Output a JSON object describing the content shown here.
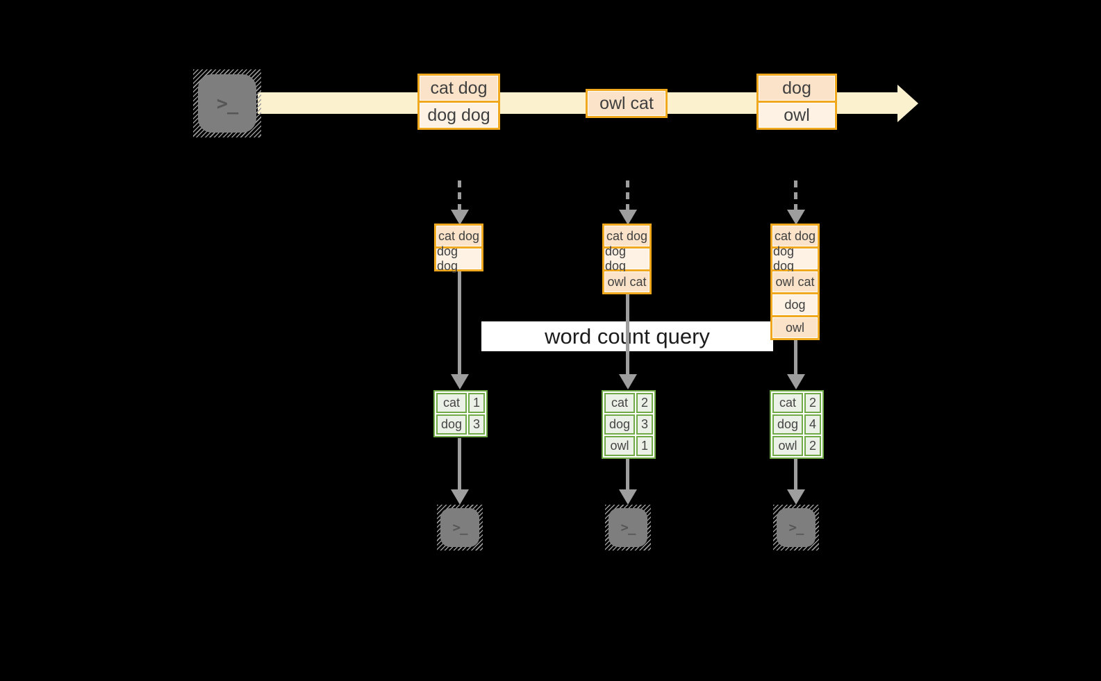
{
  "query_label": "word count query",
  "terminal_glyph": ">_",
  "colors": {
    "background": "#000000",
    "stream_band": "#fcf1ce",
    "box_border": "#f0a81e",
    "box_fill_peach": "#fae3c8",
    "box_fill_cream": "#fdf2e4",
    "table_border_green": "#6faa47",
    "table_fill_green": "#ecf1e7",
    "arrow_gray": "#9e9e9e",
    "terminal_gray": "#7e7e7e",
    "query_band": "#ffffff"
  },
  "timeline": {
    "batches": [
      {
        "rows": [
          "cat dog",
          "dog dog"
        ]
      },
      {
        "rows": [
          "owl cat"
        ]
      },
      {
        "rows": [
          "dog",
          "owl"
        ]
      }
    ]
  },
  "columns": [
    {
      "stack": [
        "cat dog",
        "dog dog"
      ],
      "table": [
        [
          "cat",
          "1"
        ],
        [
          "dog",
          "3"
        ]
      ]
    },
    {
      "stack": [
        "cat dog",
        "dog dog",
        "owl cat"
      ],
      "table": [
        [
          "cat",
          "2"
        ],
        [
          "dog",
          "3"
        ],
        [
          "owl",
          "1"
        ]
      ]
    },
    {
      "stack": [
        "cat dog",
        "dog dog",
        "owl cat",
        "dog",
        "owl"
      ],
      "table": [
        [
          "cat",
          "2"
        ],
        [
          "dog",
          "4"
        ],
        [
          "owl",
          "2"
        ]
      ]
    }
  ]
}
